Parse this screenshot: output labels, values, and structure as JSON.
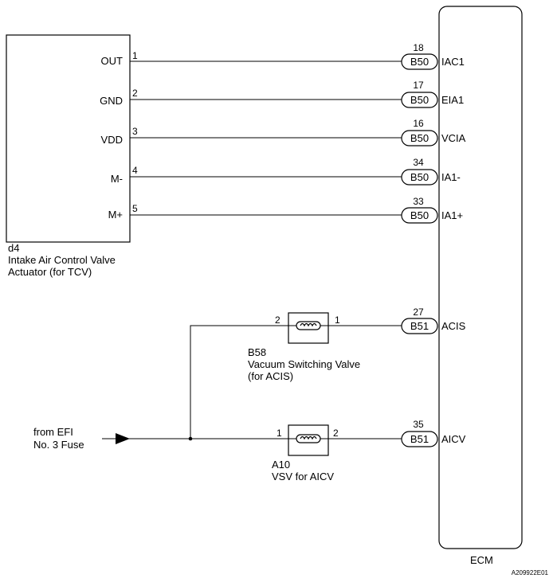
{
  "actuator": {
    "code": "d4",
    "name_line1": "Intake Air Control Valve",
    "name_line2": "Actuator (for TCV)",
    "terminals": [
      {
        "label": "OUT",
        "pin": "1"
      },
      {
        "label": "GND",
        "pin": "2"
      },
      {
        "label": "VDD",
        "pin": "3"
      },
      {
        "label": "M-",
        "pin": "4"
      },
      {
        "label": "M+",
        "pin": "5"
      }
    ]
  },
  "ecm": {
    "label": "ECM",
    "terminals": [
      {
        "pin": "18",
        "connector": "B50",
        "name": "IAC1"
      },
      {
        "pin": "17",
        "connector": "B50",
        "name": "EIA1"
      },
      {
        "pin": "16",
        "connector": "B50",
        "name": "VCIA"
      },
      {
        "pin": "34",
        "connector": "B50",
        "name": "IA1-"
      },
      {
        "pin": "33",
        "connector": "B50",
        "name": "IA1+"
      },
      {
        "pin": "27",
        "connector": "B51",
        "name": "ACIS"
      },
      {
        "pin": "35",
        "connector": "B51",
        "name": "AICV"
      }
    ]
  },
  "vsv_acis": {
    "code": "B58",
    "name_line1": "Vacuum Switching Valve",
    "name_line2": "(for ACIS)",
    "pin_left": "2",
    "pin_right": "1"
  },
  "vsv_aicv": {
    "code": "A10",
    "name_line1": "VSV for AICV",
    "pin_left": "1",
    "pin_right": "2"
  },
  "source": {
    "line1": "from EFI",
    "line2": "No. 3 Fuse"
  },
  "figure_code": "A209922E01"
}
